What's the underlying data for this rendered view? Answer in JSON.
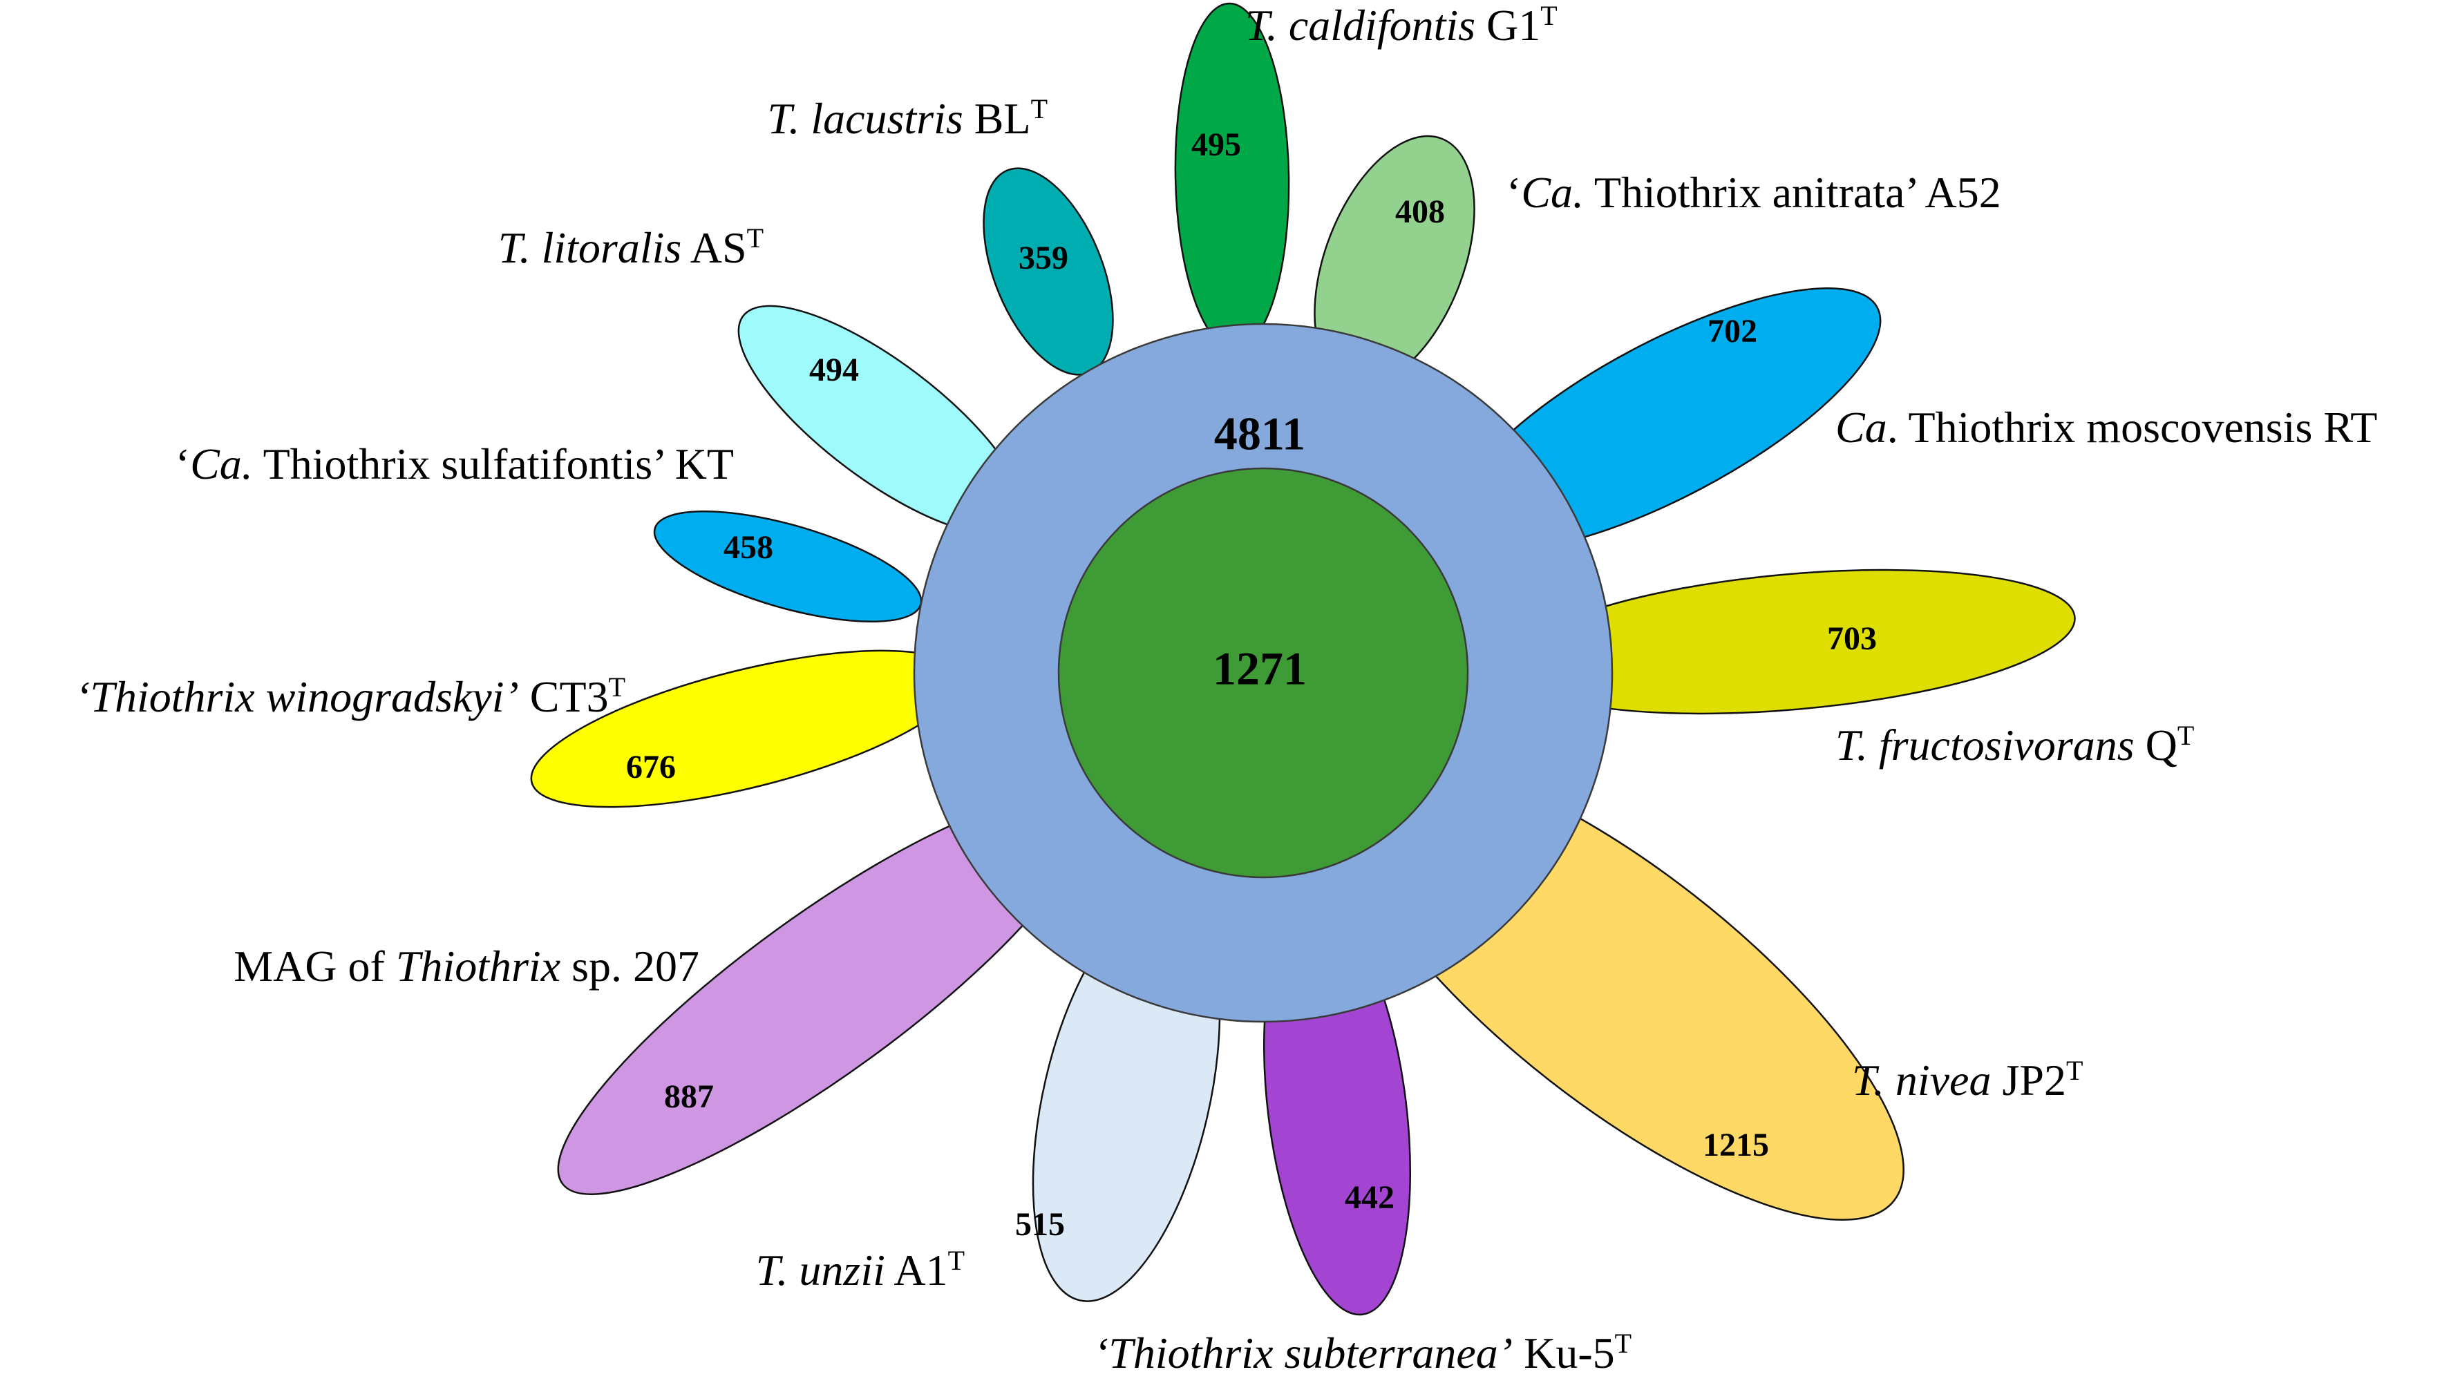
{
  "core": {
    "value": "1271",
    "color": "#3f9b36"
  },
  "shell": {
    "value": "4811",
    "color": "#85a9dc"
  },
  "petals": [
    {
      "id": "t-caldifontis",
      "count": "495",
      "color": "#00a847",
      "label": [
        {
          "t": "T. caldifontis",
          "i": true
        },
        {
          "t": " G1"
        },
        {
          "t": "T",
          "sup": true
        }
      ]
    },
    {
      "id": "ca-thiothrix-anitrata",
      "count": "408",
      "color": "#93d18f",
      "label": [
        {
          "t": "‘"
        },
        {
          "t": "Ca.",
          "i": true
        },
        {
          "t": " Thiothrix anitrata’ A52"
        }
      ]
    },
    {
      "id": "ca-thiothrix-moscovensis",
      "count": "702",
      "color": "#00aeef",
      "label": [
        {
          "t": "Ca",
          "i": true
        },
        {
          "t": ". Thiothrix moscovensis RT"
        }
      ]
    },
    {
      "id": "t-fructosivorans",
      "count": "703",
      "color": "#dede00",
      "label": [
        {
          "t": "T. fructosivorans",
          "i": true
        },
        {
          "t": " Q"
        },
        {
          "t": "T",
          "sup": true
        }
      ]
    },
    {
      "id": "t-nivea",
      "count": "1215",
      "color": "#ffd966",
      "label": [
        {
          "t": "T. nivea",
          "i": true
        },
        {
          "t": " JP2"
        },
        {
          "t": "T",
          "sup": true
        }
      ]
    },
    {
      "id": "thiothrix-subterranea",
      "count": "442",
      "color": "#a345d2",
      "label": [
        {
          "t": "‘Thiothrix subterranea’",
          "i": true
        },
        {
          "t": " Ku-5"
        },
        {
          "t": "T",
          "sup": true
        }
      ]
    },
    {
      "id": "t-unzii",
      "count": "515",
      "color": "#dbe9f7",
      "label": [
        {
          "t": "T. unzii",
          "i": true
        },
        {
          "t": " A1"
        },
        {
          "t": "T",
          "sup": true
        }
      ]
    },
    {
      "id": "mag-thiothrix-207",
      "count": "887",
      "color": "#cf97e3",
      "label": [
        {
          "t": "MAG of "
        },
        {
          "t": "Thiothrix",
          "i": true
        },
        {
          "t": " sp. 207"
        }
      ]
    },
    {
      "id": "thiothrix-winogradskyi",
      "count": "676",
      "color": "#ffff00",
      "label": [
        {
          "t": "‘Thiothrix winogradskyi’",
          "i": true
        },
        {
          "t": " CT3"
        },
        {
          "t": "T",
          "sup": true
        }
      ]
    },
    {
      "id": "ca-thiothrix-sulfatifontis",
      "count": "458",
      "color": "#00aeef",
      "label": [
        {
          "t": "‘"
        },
        {
          "t": "Ca.",
          "i": true
        },
        {
          "t": " Thiothrix sulfatifontis’ KT"
        }
      ]
    },
    {
      "id": "t-litoralis",
      "count": "494",
      "color": "#9ffafc",
      "label": [
        {
          "t": "T. litoralis",
          "i": true
        },
        {
          "t": " AS"
        },
        {
          "t": "T",
          "sup": true
        }
      ]
    },
    {
      "id": "t-lacustris",
      "count": "359",
      "color": "#00adb0",
      "label": [
        {
          "t": "T. lacustris",
          "i": true
        },
        {
          "t": " BL"
        },
        {
          "t": "T",
          "sup": true
        }
      ]
    }
  ]
}
